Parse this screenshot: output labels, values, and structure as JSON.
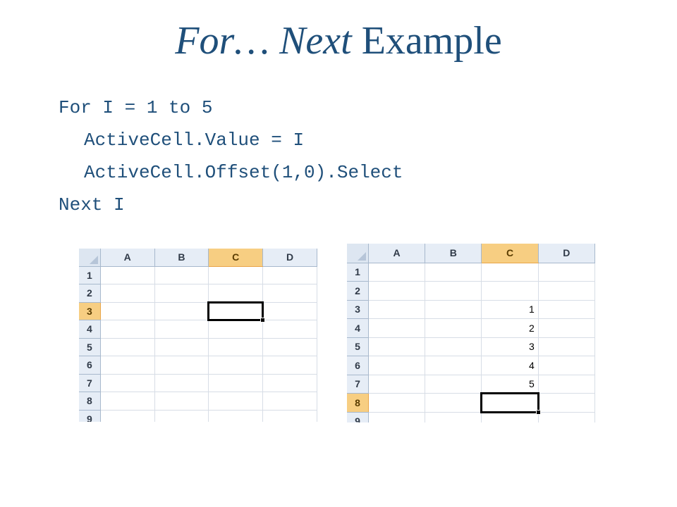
{
  "slide": {
    "title_part1": "For… ",
    "title_part2": "Next",
    "title_part3": " Example",
    "code_lines": [
      "For I = 1 to 5",
      "ActiveCell.Value = I",
      "ActiveCell.Offset(1,0).Select",
      "Next I"
    ]
  },
  "sheet_before": {
    "columns": [
      "A",
      "B",
      "C",
      "D"
    ],
    "rows": [
      "1",
      "2",
      "3",
      "4",
      "5",
      "6",
      "7",
      "8",
      "9"
    ],
    "selected_column": "C",
    "selected_row": "3",
    "c_values": [
      "",
      "",
      "",
      "",
      "",
      "",
      "",
      "",
      ""
    ]
  },
  "sheet_after": {
    "columns": [
      "A",
      "B",
      "C",
      "D"
    ],
    "rows": [
      "1",
      "2",
      "3",
      "4",
      "5",
      "6",
      "7",
      "8",
      "9"
    ],
    "selected_column": "C",
    "selected_row": "8",
    "c_values": [
      "",
      "",
      "1",
      "2",
      "3",
      "4",
      "5",
      "",
      ""
    ]
  },
  "colors": {
    "title": "#1f4f7a",
    "header_bg": "#e6edf6",
    "header_selected": "#f7ce82",
    "gridline": "#d7dde6",
    "active_border": "#000000"
  }
}
